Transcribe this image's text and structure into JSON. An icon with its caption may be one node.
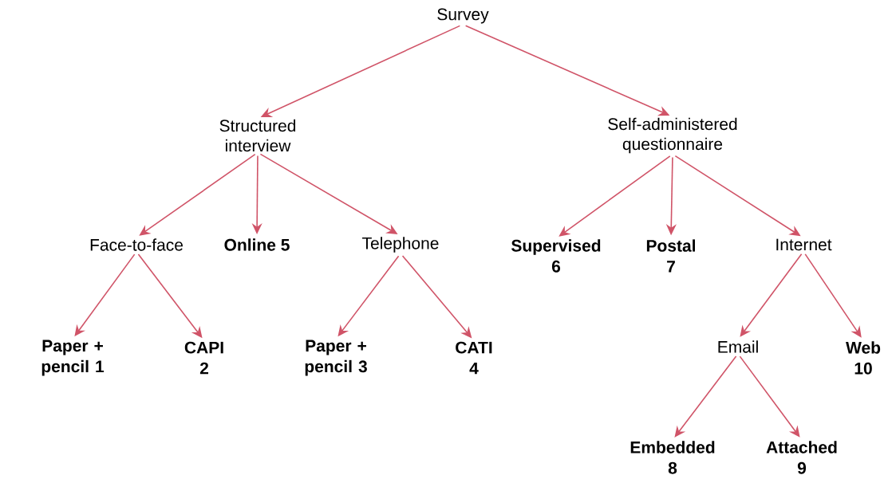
{
  "diagram": {
    "nodes": [
      {
        "text": [
          "Survey"
        ]
      },
      {
        "text": [
          "Structured interview"
        ]
      },
      {
        "text": [
          "Self-administered questionnaire"
        ]
      },
      {
        "text": [
          "Face-to-face"
        ]
      },
      {
        "text": [
          "Online 5"
        ]
      },
      {
        "text": [
          "Telephone"
        ]
      },
      {
        "text": [
          "Supervised 6"
        ]
      },
      {
        "text": [
          "Postal 7"
        ]
      },
      {
        "text": [
          "Internet"
        ]
      },
      {
        "text": [
          "Paper + pencil 1"
        ]
      },
      {
        "text": [
          "CAPI 2"
        ]
      },
      {
        "text": [
          "Paper + pencil 3"
        ]
      },
      {
        "text": [
          "CATI 4"
        ]
      },
      {
        "text": [
          "Email"
        ]
      },
      {
        "text": [
          "Web 10"
        ]
      },
      {
        "text": [
          "Embedded 8"
        ]
      },
      {
        "text": [
          "Attached 9"
        ]
      }
    ],
    "edges": [
      {
        "from": 0,
        "to": 1,
        "arrow": "to"
      },
      {
        "from": 0,
        "to": 2,
        "arrow": "to"
      },
      {
        "from": 1,
        "to": 3,
        "arrow": "to"
      },
      {
        "from": 1,
        "to": 4,
        "arrow": "to"
      },
      {
        "from": 1,
        "to": 5,
        "arrow": "to"
      },
      {
        "from": 2,
        "to": 6,
        "arrow": "to"
      },
      {
        "from": 2,
        "to": 7,
        "arrow": "to"
      },
      {
        "from": 2,
        "to": 8,
        "arrow": "to"
      },
      {
        "from": 3,
        "to": 9,
        "arrow": "to"
      },
      {
        "from": 3,
        "to": 10,
        "arrow": "to"
      },
      {
        "from": 5,
        "to": 11,
        "arrow": "to"
      },
      {
        "from": 5,
        "to": 12,
        "arrow": "to"
      },
      {
        "from": 8,
        "to": 13,
        "arrow": "to"
      },
      {
        "from": 8,
        "to": 14,
        "arrow": "to"
      },
      {
        "from": 13,
        "to": 15,
        "arrow": "to"
      },
      {
        "from": 13,
        "to": 16,
        "arrow": "to"
      }
    ]
  }
}
